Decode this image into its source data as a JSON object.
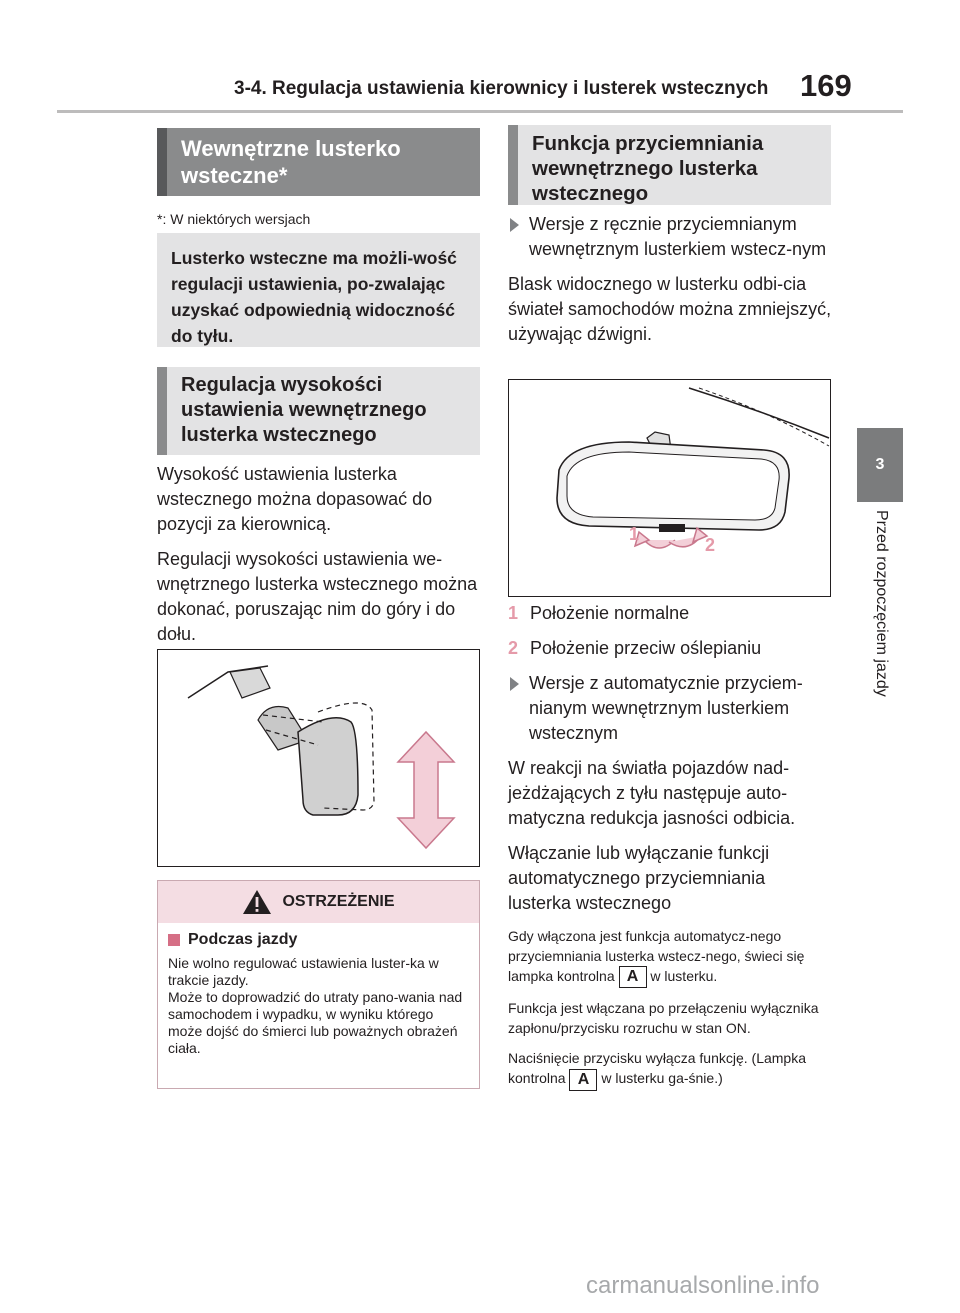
{
  "header": {
    "section_title": "3-4. Regulacja ustawienia kierownicy i lusterek wstecznych",
    "page_number": "169"
  },
  "side_tab": {
    "chapter_number": "3",
    "chapter_label": "Przed rozpoczęciem jazdy"
  },
  "left": {
    "main_title": "Wewnętrzne lusterko wsteczne*",
    "footnote": "*: W niektórych wersjach",
    "lead_text": "Lusterko wsteczne ma możli-wość regulacji ustawienia, po-zwalając uzyskać odpowiednią widoczność do tyłu.",
    "height_title": "Regulacja wysokości ustawienia wewnętrznego lusterka wstecznego",
    "para1": "Wysokość ustawienia lusterka wstecznego można dopasować do pozycji za kierownicą.",
    "para2": "Regulacji wysokości ustawienia we-wnętrznego lusterka wstecznego można dokonać, poruszając nim do góry i do dołu."
  },
  "warning": {
    "title": "OSTRZEŻENIE",
    "subtitle": "Podczas jazdy",
    "text": "Nie wolno regulować ustawienia luster-ka w trakcie jazdy.\nMoże to doprowadzić do utraty pano-wania nad samochodem i wypadku, w wyniku którego może dojść do śmierci lub poważnych obrażeń ciała."
  },
  "right": {
    "title": "Funkcja przyciemniania wewnętrznego lusterka wstecznego",
    "bullet1": "Wersje z ręcznie przyciemnianym wewnętrznym lusterkiem wstecz-nym",
    "para1": "Blask widocznego w lusterku odbi-cia świateł samochodów można zmniejszyć, używając dźwigni.",
    "figure_callouts": [
      "1",
      "2"
    ],
    "items": [
      {
        "num": "1",
        "label": "Położenie normalne"
      },
      {
        "num": "2",
        "label": "Położenie przeciw oślepianiu"
      }
    ],
    "bullet2": "Wersje z automatycznie przyciem-nianym wewnętrznym lusterkiem wstecznym",
    "para2": "W reakcji na światła pojazdów nad-jeżdżających z tyłu następuje auto-matyczna redukcja jasności odbicia.",
    "para3": "Włączanie lub wyłączanie funkcji automatycznego przyciemniania lusterka wstecznego",
    "small1_before": "Gdy włączona jest funkcja automatycz-nego przyciemniania lusterka wstecz-nego, świeci się lampka kontrolna",
    "small1_after": "w lusterku.",
    "indicator_symbol": "A",
    "small2": "Funkcja jest włączana po przełączeniu wyłącznika zapłonu/przycisku rozruchu w stan ON.",
    "small3_before": "Naciśnięcie przycisku wyłącza funkcję. (Lampka kontrolna",
    "small3_after": "w lusterku ga-śnie.)"
  },
  "watermark": "carmanualsonline.info"
}
